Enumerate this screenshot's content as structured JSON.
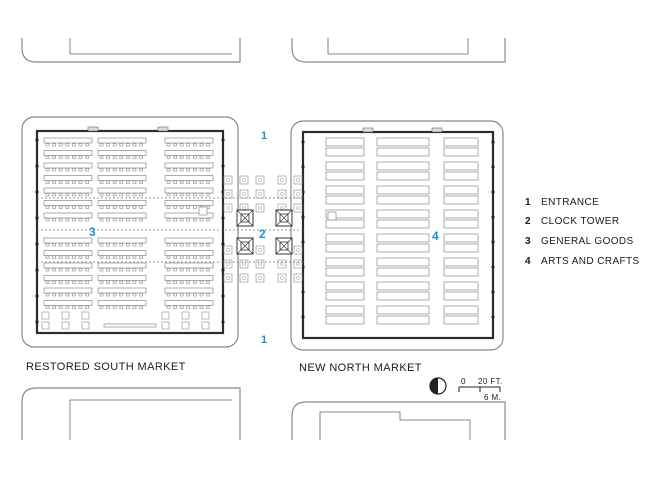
{
  "markers": {
    "entrance_top": "1",
    "entrance_bottom": "1",
    "clock_tower": "2",
    "general_goods": "3",
    "arts_crafts": "4"
  },
  "captions": {
    "south_market": "RESTORED SOUTH MARKET",
    "north_market": "NEW NORTH MARKET"
  },
  "legend": [
    {
      "num": "1",
      "label": "ENTRANCE"
    },
    {
      "num": "2",
      "label": "CLOCK TOWER"
    },
    {
      "num": "3",
      "label": "GENERAL GOODS"
    },
    {
      "num": "4",
      "label": "ARTS AND CRAFTS"
    }
  ],
  "scale": {
    "zero": "0",
    "feet": "20 FT.",
    "meters": "6 M."
  },
  "colors": {
    "accent": "#1f8fd6",
    "ink": "#1a1a1a"
  }
}
